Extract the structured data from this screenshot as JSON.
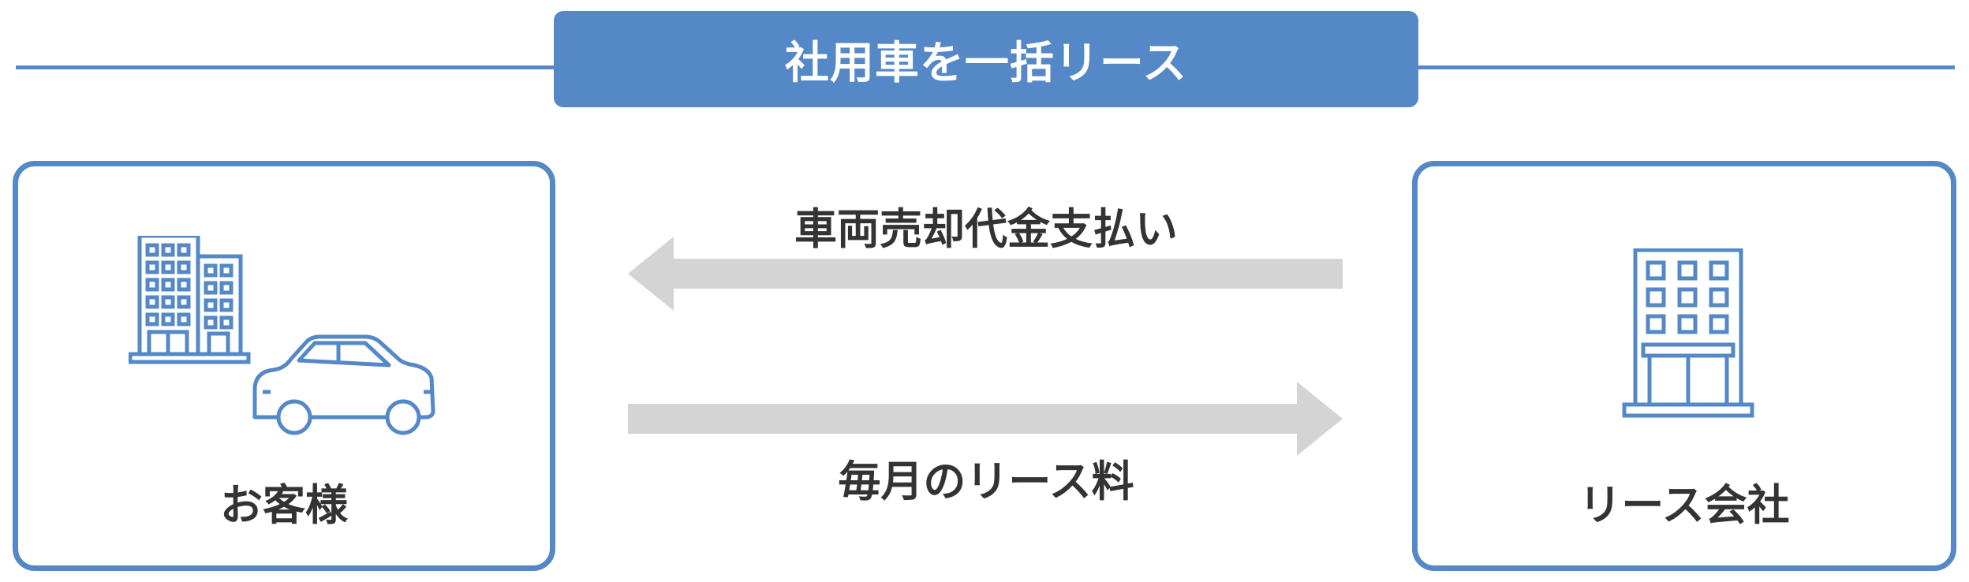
{
  "header": {
    "title": "社用車を一括リース"
  },
  "parties": {
    "customer": {
      "label": "お客様",
      "icons": [
        "building-icon",
        "car-icon"
      ]
    },
    "lessor": {
      "label": "リース会社",
      "icons": [
        "office-building-icon"
      ]
    }
  },
  "flows": {
    "sale_payment": {
      "label": "車両売却代金支払い",
      "direction": "lessor-to-customer"
    },
    "monthly_fee": {
      "label": "毎月のリース料",
      "direction": "customer-to-lessor"
    }
  },
  "colors": {
    "accent": "#5488c7",
    "arrow": "#d4d4d4",
    "text": "#333333",
    "background": "#ffffff"
  }
}
